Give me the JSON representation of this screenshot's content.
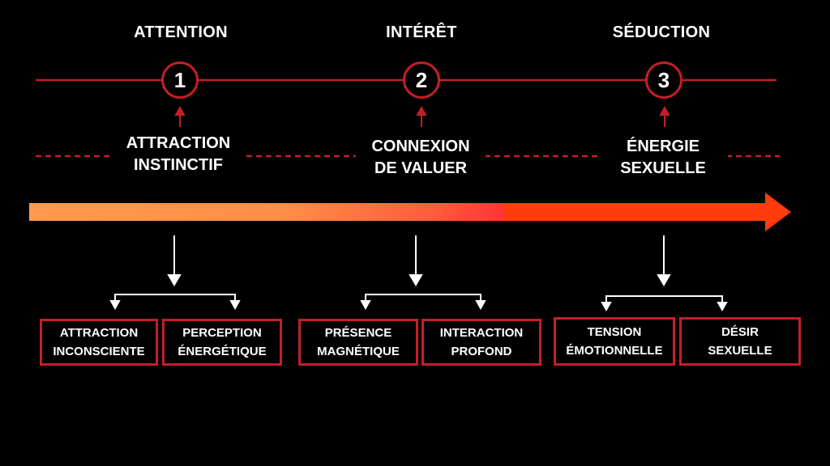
{
  "stages": [
    {
      "title": "ATTENTION",
      "number": "1",
      "trait_lines": [
        "ATTRACTION",
        "INSTINCTIF"
      ],
      "boxes": [
        {
          "lines": [
            "ATTRACTION",
            "INCONSCIENTE"
          ]
        },
        {
          "lines": [
            "PERCEPTION",
            "ÉNERGÉTIQUE"
          ]
        }
      ]
    },
    {
      "title": "INTÉRÊT",
      "number": "2",
      "trait_lines": [
        "CONNEXION",
        "DE VALUER"
      ],
      "boxes": [
        {
          "lines": [
            "PRÉSENCE",
            "MAGNÉTIQUE"
          ]
        },
        {
          "lines": [
            "INTERACTION",
            "PROFOND"
          ]
        }
      ]
    },
    {
      "title": "SÉDUCTION",
      "number": "3",
      "trait_lines": [
        "ÉNERGIE",
        "SEXUELLE"
      ],
      "boxes": [
        {
          "lines": [
            "TENSION",
            "ÉMOTIONNELLE"
          ]
        },
        {
          "lines": [
            "DÉSIR",
            "SEXUELLE"
          ]
        }
      ]
    }
  ],
  "colors": {
    "background": "#000000",
    "accent_red": "#c41f27",
    "gradient_start": "#ff9a4e",
    "gradient_mid": "#ff3535",
    "arrow_fill": "#ff3c0c",
    "text": "#ffffff"
  }
}
